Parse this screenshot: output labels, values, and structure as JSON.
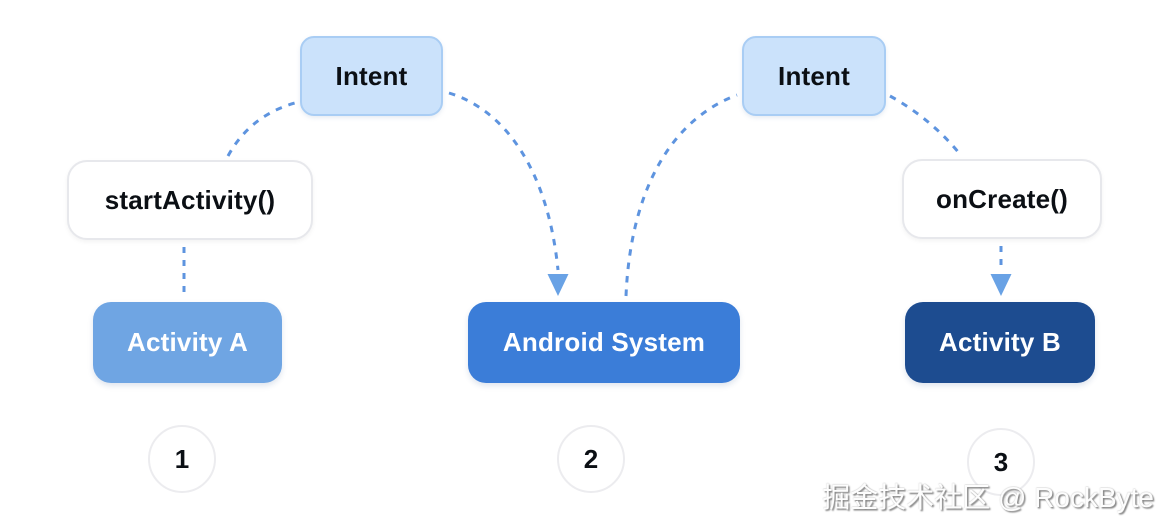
{
  "nodes": {
    "intent_left": {
      "label": "Intent"
    },
    "intent_right": {
      "label": "Intent"
    },
    "start_activity": {
      "label": "startActivity()"
    },
    "on_create": {
      "label": "onCreate()"
    },
    "activity_a": {
      "label": "Activity A"
    },
    "android_system": {
      "label": "Android System"
    },
    "activity_b": {
      "label": "Activity B"
    }
  },
  "steps": [
    {
      "number": "1"
    },
    {
      "number": "2"
    },
    {
      "number": "3"
    }
  ],
  "connections": [
    {
      "from": "startActivity()",
      "to": "Intent (left)",
      "style": "dashed",
      "arrowhead": false
    },
    {
      "from": "Intent (left)",
      "to": "Android System",
      "style": "dashed",
      "arrowhead": true
    },
    {
      "from": "Android System",
      "to": "Intent (right)",
      "style": "dashed",
      "arrowhead": false
    },
    {
      "from": "Intent (right)",
      "to": "onCreate()",
      "style": "dashed",
      "arrowhead": false
    },
    {
      "from": "startActivity()",
      "to": "Activity A",
      "style": "dashed",
      "arrowhead": false
    },
    {
      "from": "onCreate()",
      "to": "Activity B",
      "style": "dashed",
      "arrowhead": true
    }
  ],
  "colors": {
    "intent_fill": "#CBE2FB",
    "intent_border": "#A9CDF4",
    "activity_a_fill": "#6FA5E3",
    "android_system_fill": "#3B7DD8",
    "activity_b_fill": "#1D4C90",
    "connector": "#5E94DF",
    "arrowhead": "#69A2E5",
    "white_box_border": "#E7E8EC"
  },
  "watermark": "掘金技术社区 @ RockByte"
}
